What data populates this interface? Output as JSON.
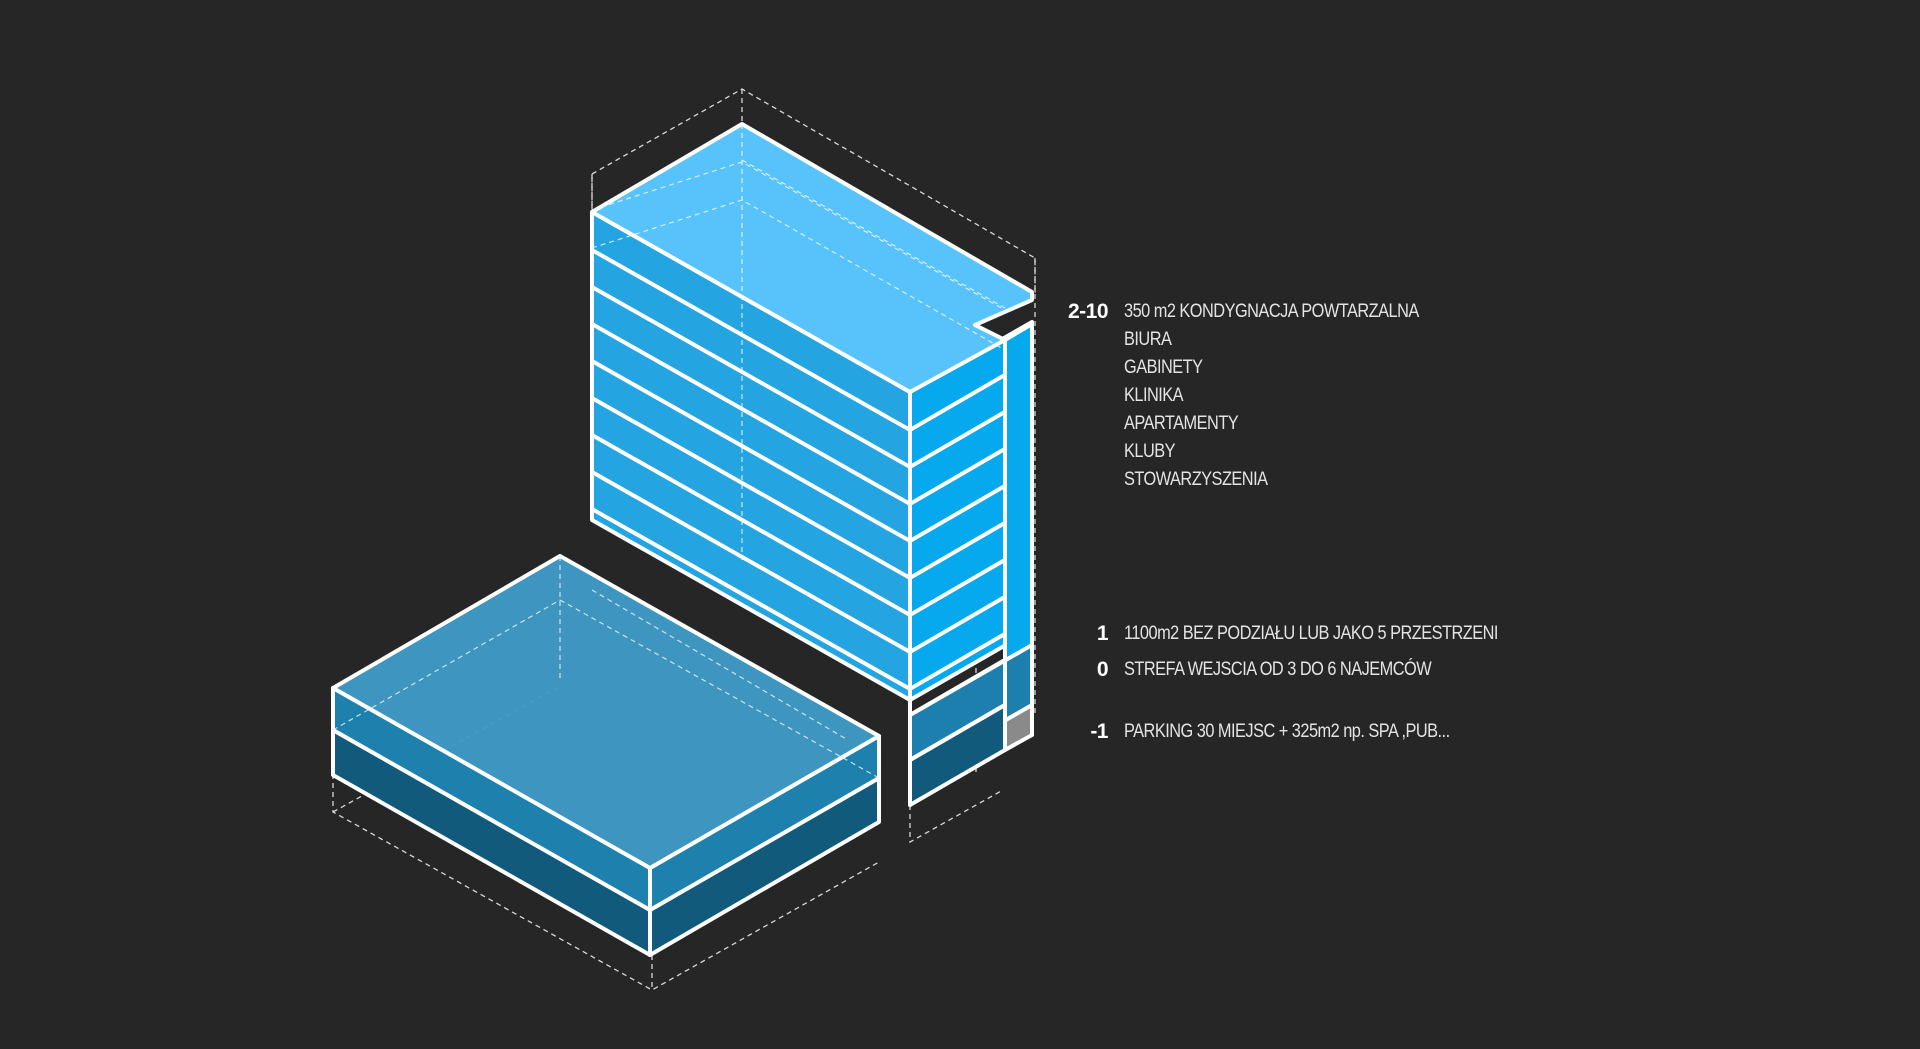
{
  "diagram": {
    "colors": {
      "background": "#262626",
      "tower_top": "#58c3fb",
      "tower_front": "#24a5e2",
      "tower_side": "#06a8ee",
      "tower_side_lower": "#1d7fad",
      "podium_top": "#3f9ac6",
      "podium_front_upper": "#1e80ac",
      "podium_front_lower": "#125a7c",
      "shadow": "#7a7a7a",
      "outline": "#ffffff"
    }
  },
  "legend": {
    "upper_floors": {
      "number": "2-10",
      "lines": [
        "350 m2 KONDYGNACJA POWTARZALNA",
        "BIURA",
        "GABINETY",
        "KLINIKA",
        "APARTAMENTY",
        "KLUBY",
        "STOWARZYSZENIA"
      ]
    },
    "first_floor": {
      "number": "1",
      "text": "1100m2 BEZ PODZIAŁU LUB JAKO 5 PRZESTRZENI"
    },
    "ground_floor": {
      "number": "0",
      "text": "STREFA WEJSCIA OD 3 DO 6 NAJEMCÓW"
    },
    "basement": {
      "number": "-1",
      "text": "PARKING 30 MIEJSC + 325m2 np. SPA ,PUB..."
    }
  }
}
